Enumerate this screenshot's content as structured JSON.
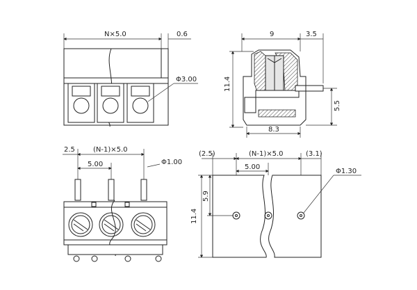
{
  "views": {
    "front": {
      "dim_pitch_n": "N×5.0",
      "dim_offset": "0.6",
      "dim_hole_dia": "Φ3.00"
    },
    "side": {
      "dim_width": "9",
      "dim_pin_protrusion": "3.5",
      "dim_height": "11.4",
      "dim_pin_height": "5.5",
      "dim_base_width": "8.3"
    },
    "top": {
      "dim_edge": "2.5",
      "dim_pitch_total": "(N-1)×5.0",
      "dim_pitch": "5.00",
      "dim_pin_dia": "Φ1.00"
    },
    "pcb": {
      "dim_left": "(2.5)",
      "dim_pitch_total": "(N-1)×5.0",
      "dim_right": "(3.1)",
      "dim_pitch": "5.00",
      "dim_hole_dia": "Φ1.30",
      "dim_height": "11.4",
      "dim_hole_y": "5.9"
    }
  }
}
